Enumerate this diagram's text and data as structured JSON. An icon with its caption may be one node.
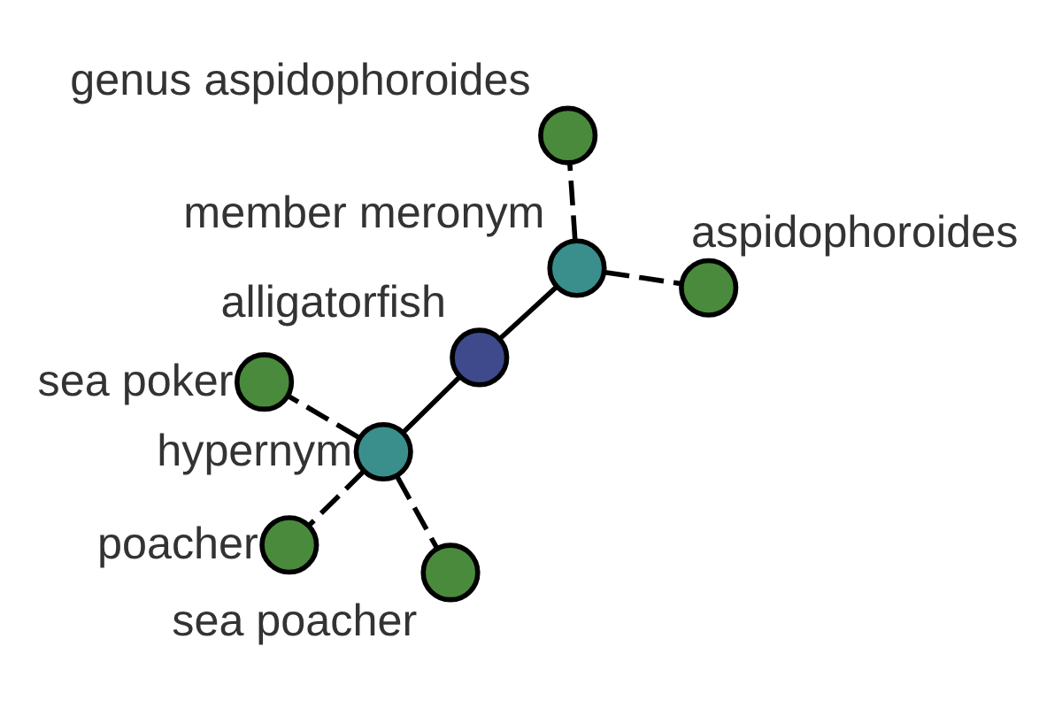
{
  "diagram": {
    "nodes": [
      {
        "text": [
          "alligatorfish"
        ]
      },
      {
        "text": [
          "member meronym"
        ]
      },
      {
        "text": [
          "aspidophoroides"
        ]
      },
      {
        "text": [
          "genus aspidophoroides"
        ]
      },
      {
        "text": [
          "hypernym"
        ]
      },
      {
        "text": [
          "sea poker"
        ]
      },
      {
        "text": [
          "poacher"
        ]
      },
      {
        "text": [
          "sea poacher"
        ]
      }
    ],
    "edges": [
      {
        "from": 0,
        "to": 1,
        "arrow": "none"
      },
      {
        "from": 1,
        "to": 2,
        "arrow": "none",
        "style": "dashed"
      },
      {
        "from": 1,
        "to": 3,
        "arrow": "none",
        "style": "dashed"
      },
      {
        "from": 0,
        "to": 4,
        "arrow": "none"
      },
      {
        "from": 4,
        "to": 5,
        "arrow": "none",
        "style": "dashed"
      },
      {
        "from": 4,
        "to": 6,
        "arrow": "none",
        "style": "dashed"
      },
      {
        "from": 4,
        "to": 7,
        "arrow": "none",
        "style": "dashed"
      }
    ]
  }
}
